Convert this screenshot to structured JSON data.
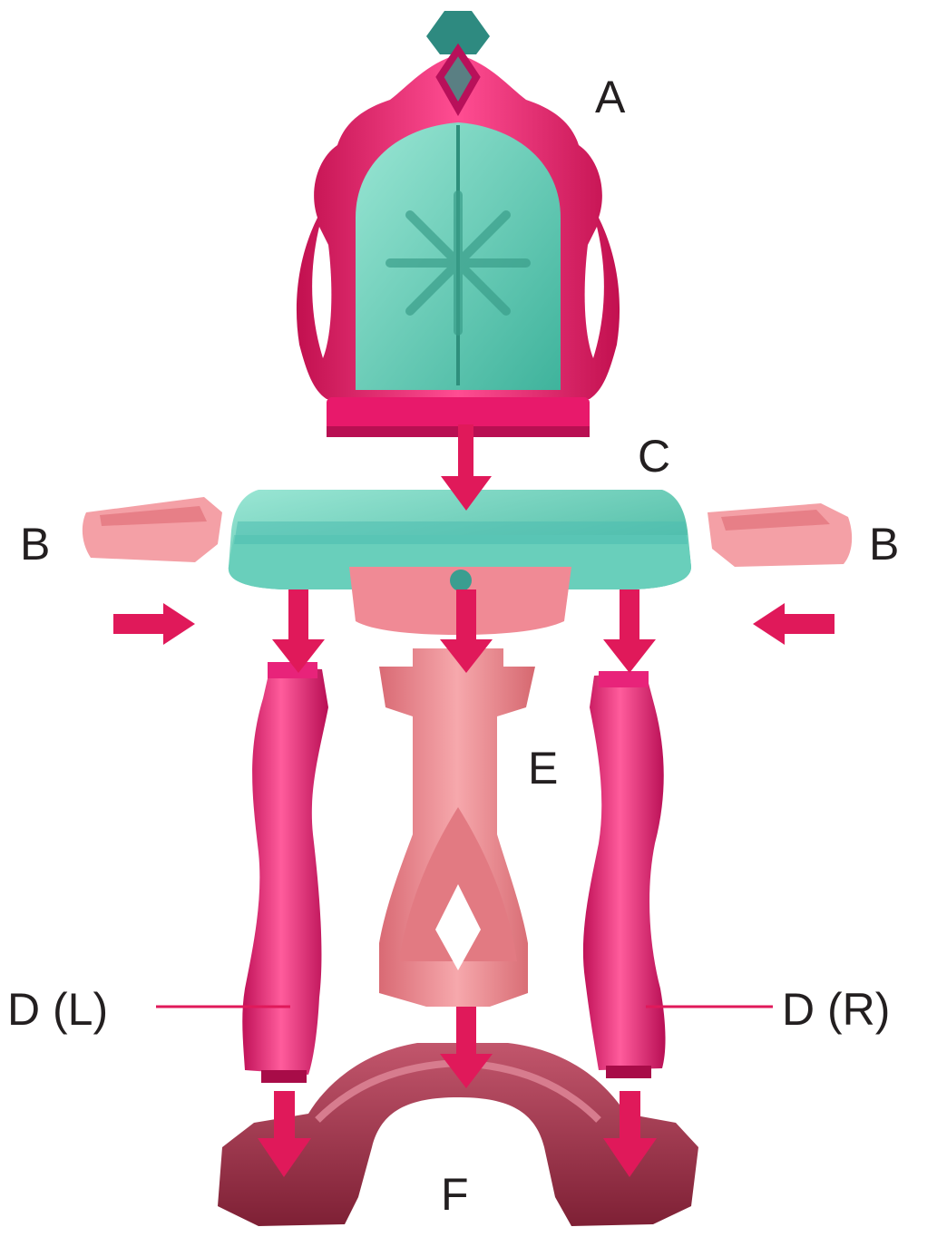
{
  "labels": {
    "a": "A",
    "b_left": "B",
    "b_right": "B",
    "c": "C",
    "e": "E",
    "d_left": "D (L)",
    "d_right": "D (R)",
    "f": "F"
  },
  "colors": {
    "arrow": "#e0195a",
    "frame_pink": "#e8196b",
    "mirror_teal": "#6fd3bd",
    "table_teal": "#7fd8c8",
    "tray_salmon": "#f4a0a6",
    "drawer_coral": "#f08a95",
    "leg_magenta": "#e8237a",
    "pedestal_pink": "#ef8a90",
    "base_maroon": "#a8334c",
    "gem_teal": "#3a9e90",
    "leader_line": "#e0195a"
  }
}
